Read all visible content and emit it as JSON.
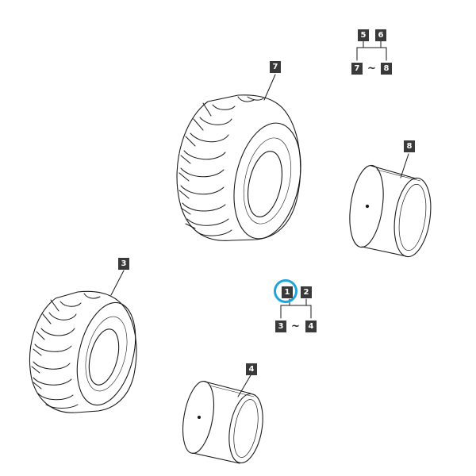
{
  "callouts": {
    "c5": "5",
    "c6": "6",
    "c7a": "7",
    "c8a": "8",
    "c7_tire": "7",
    "c8_rim": "8",
    "c3_tire": "3",
    "c1": "1",
    "c2": "2",
    "c3_range": "3",
    "c4_range": "4",
    "c4_rim": "4"
  },
  "range_separator_top": "~",
  "range_separator_mid": "~",
  "colors": {
    "highlight": "#1ea3dc",
    "callout_bg": "#3a3a3a",
    "line": "#1a1a1a"
  }
}
